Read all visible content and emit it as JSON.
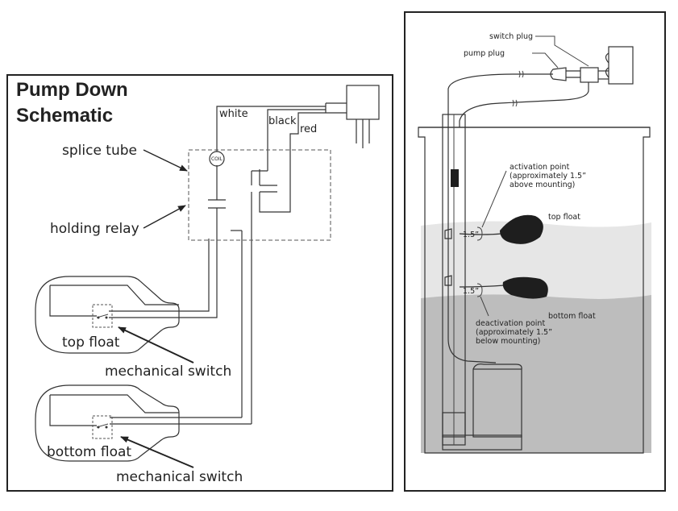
{
  "schematic": {
    "title_line1": "Pump Down",
    "title_line2": "Schematic",
    "wires": {
      "white": "white",
      "black": "black",
      "red": "red"
    },
    "coil": "COIL",
    "labels": {
      "splice_tube": "splice tube",
      "holding_relay": "holding relay",
      "top_float": "top float",
      "bottom_float": "bottom float",
      "mechanical_switch_1": "mechanical switch",
      "mechanical_switch_2": "mechanical switch"
    }
  },
  "installation": {
    "switch_plug": "switch plug",
    "pump_plug": "pump plug",
    "activation_point": [
      "activation point",
      "(approximately 1.5”",
      "above mounting)"
    ],
    "deactivation_point": [
      "deactivation point",
      "(approximately 1.5”",
      "below mounting)"
    ],
    "top_float": "top float",
    "bottom_float": "bottom float",
    "top_gap": "1.5”",
    "bottom_gap": "1.5”"
  },
  "colors": {
    "line": "#333333",
    "upper_water": "#e6e6e6",
    "lower_water": "#bdbdbd",
    "float": "#1e1e1e"
  }
}
